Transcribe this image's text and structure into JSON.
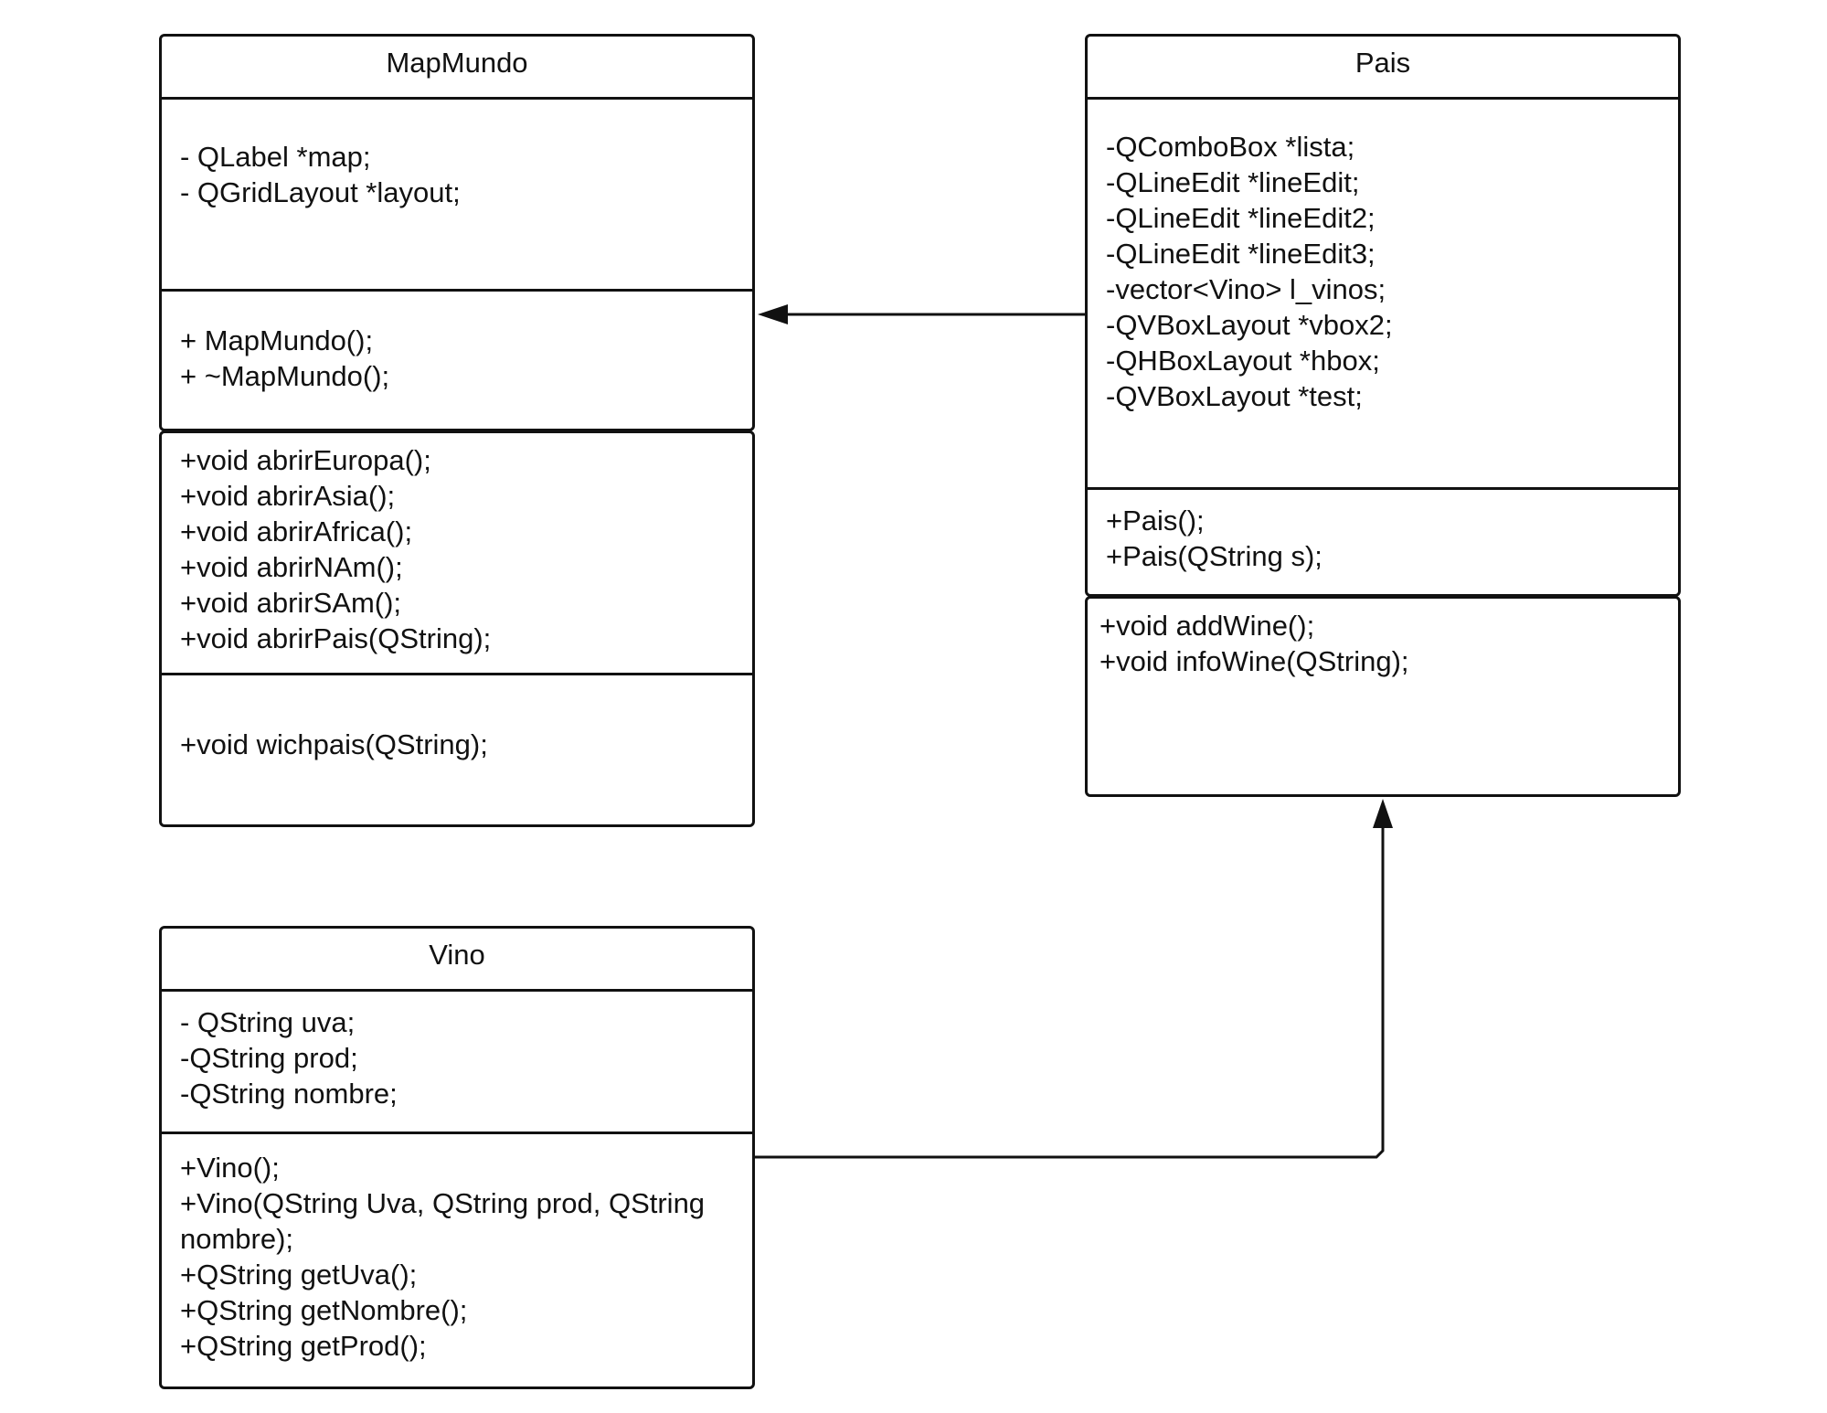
{
  "classes": {
    "mapmundo": {
      "title": "MapMundo",
      "attributes": [
        "- QLabel *map;",
        "- QGridLayout *layout;"
      ],
      "constructors": [
        "+ MapMundo();",
        "+ ~MapMundo();"
      ],
      "slots": [
        "+void abrirEuropa();",
        "+void abrirAsia();",
        "+void abrirAfrica();",
        "+void abrirNAm();",
        "+void abrirSAm();",
        "+void abrirPais(QString);"
      ],
      "signals": [
        "+void wichpais(QString);"
      ]
    },
    "pais": {
      "title": "Pais",
      "attributes": [
        "-QComboBox *lista;",
        "-QLineEdit *lineEdit;",
        "-QLineEdit *lineEdit2;",
        "-QLineEdit *lineEdit3;",
        "-vector<Vino> l_vinos;",
        "-QVBoxLayout *vbox2;",
        "-QHBoxLayout *hbox;",
        "-QVBoxLayout *test;"
      ],
      "constructors": [
        "+Pais();",
        "+Pais(QString s);"
      ],
      "slots": [
        "+void addWine();",
        "+void infoWine(QString);"
      ]
    },
    "vino": {
      "title": "Vino",
      "attributes": [
        "- QString uva;",
        "-QString prod;",
        "-QString nombre;"
      ],
      "methods": [
        "+Vino();",
        "+Vino(QString Uva, QString prod, QString",
        "nombre);",
        "+QString getUva();",
        "+QString getNombre();",
        "+QString getProd();"
      ]
    }
  },
  "relations": [
    {
      "from": "Pais",
      "to": "MapMundo"
    },
    {
      "from": "Vino",
      "to": "Pais"
    }
  ]
}
